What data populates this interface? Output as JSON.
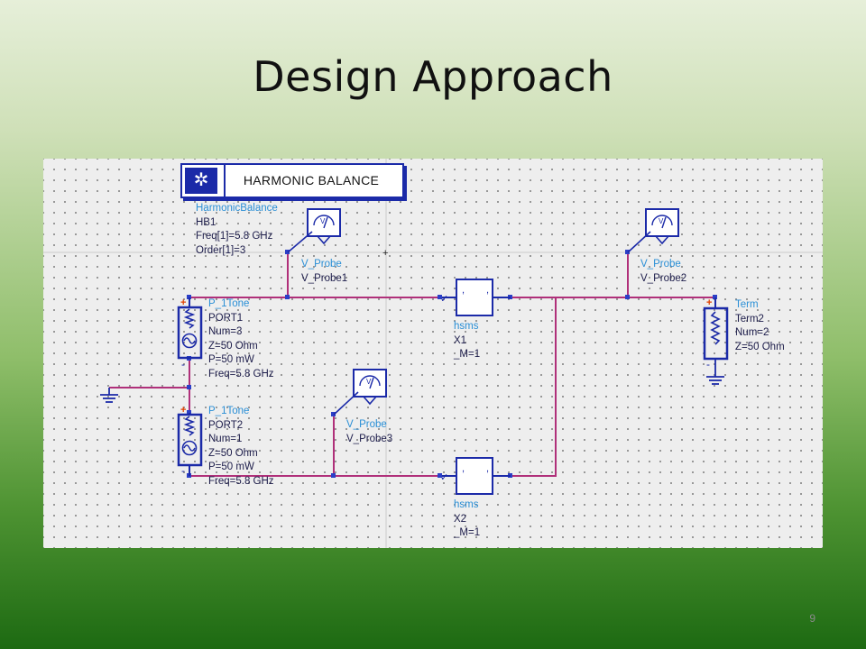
{
  "slide": {
    "title": "Design Approach",
    "page_number": "9"
  },
  "hb": {
    "button_label": "HARMONIC BALANCE",
    "type": "HarmonicBalance",
    "name": "HB1",
    "freq": "Freq[1]=5.8 GHz",
    "order": "Order[1]=3"
  },
  "probes": [
    {
      "type": "V_Probe",
      "name": "V_Probe1"
    },
    {
      "type": "V_Probe",
      "name": "V_Probe2"
    },
    {
      "type": "V_Probe",
      "name": "V_Probe3"
    }
  ],
  "ports": [
    {
      "type": "P_1Tone",
      "name": "PORT1",
      "num": "Num=3",
      "z": "Z=50 Ohm",
      "p": "P=50 mW",
      "freq": "Freq=5.8 GHz"
    },
    {
      "type": "P_1Tone",
      "name": "PORT2",
      "num": "Num=1",
      "z": "Z=50 Ohm",
      "p": "P=50 mW",
      "freq": "Freq=5.8 GHz"
    }
  ],
  "diodes": [
    {
      "type": "hsms",
      "name": "X1",
      "m": "_M=1"
    },
    {
      "type": "hsms",
      "name": "X2",
      "m": "_M=1"
    }
  ],
  "term": {
    "type": "Term",
    "name": "Term2",
    "num": "Num=2",
    "z": "Z=50 Ohm"
  },
  "colors": {
    "wire": "#b0307a",
    "component": "#1b2aa8",
    "label_type": "#2a8fd6",
    "label_text": "#1c1c4a"
  }
}
